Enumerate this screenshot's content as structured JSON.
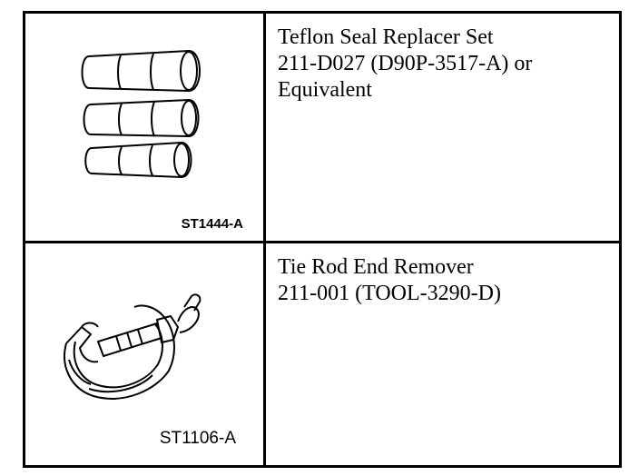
{
  "tools": [
    {
      "name_line": "Teflon Seal Replacer Set",
      "number_line": "211-D027 (D90P-3517-A) or",
      "extra_line": "Equivalent",
      "illustration_code": "ST1444-A",
      "icon": "seal-replacer-cylinders-icon"
    },
    {
      "name_line": "Tie Rod End Remover",
      "number_line": "211-001 (TOOL-3290-D)",
      "illustration_code": "ST1106-A",
      "icon": "tie-rod-end-remover-icon"
    }
  ]
}
